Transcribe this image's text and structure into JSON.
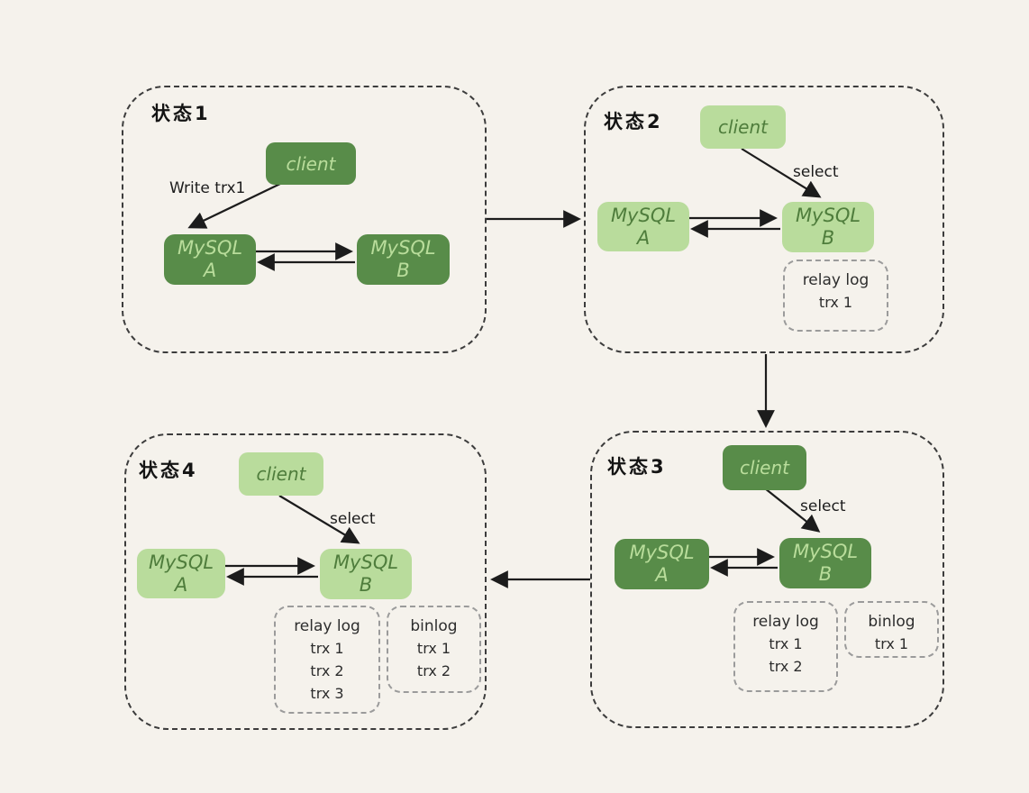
{
  "colors": {
    "background": "#f5f2ec",
    "dark_green_box": "#588c49",
    "light_green_box": "#b9dc9c",
    "text_on_dark": "#b9dd9b",
    "text_on_light": "#4f7d3c",
    "arrow": "#1c1c1c",
    "container_border": "#3c3c3c",
    "log_border": "#9b9b9b"
  },
  "states": [
    {
      "label": "状态1",
      "client": "client",
      "action": "Write trx1",
      "mysql_a": {
        "line1": "MySQL",
        "line2": "A"
      },
      "mysql_b": {
        "line1": "MySQL",
        "line2": "B"
      },
      "logs": []
    },
    {
      "label": "状态2",
      "client": "client",
      "action": "select",
      "mysql_a": {
        "line1": "MySQL",
        "line2": "A"
      },
      "mysql_b": {
        "line1": "MySQL",
        "line2": "B"
      },
      "logs": [
        {
          "title": "relay log",
          "entries": [
            "trx 1"
          ]
        }
      ]
    },
    {
      "label": "状态3",
      "client": "client",
      "action": "select",
      "mysql_a": {
        "line1": "MySQL",
        "line2": "A"
      },
      "mysql_b": {
        "line1": "MySQL",
        "line2": "B"
      },
      "logs": [
        {
          "title": "relay log",
          "entries": [
            "trx 1",
            "trx 2"
          ]
        },
        {
          "title": "binlog",
          "entries": [
            "trx 1"
          ]
        }
      ]
    },
    {
      "label": "状态4",
      "client": "client",
      "action": "select",
      "mysql_a": {
        "line1": "MySQL",
        "line2": "A"
      },
      "mysql_b": {
        "line1": "MySQL",
        "line2": "B"
      },
      "logs": [
        {
          "title": "relay log",
          "entries": [
            "trx 1",
            "trx 2",
            "trx 3"
          ]
        },
        {
          "title": "binlog",
          "entries": [
            "trx 1",
            "trx 2"
          ]
        }
      ]
    }
  ],
  "connections": [
    {
      "from": "状态1",
      "to": "状态2",
      "direction": "right"
    },
    {
      "from": "状态2",
      "to": "状态3",
      "direction": "down"
    },
    {
      "from": "状态3",
      "to": "状态4",
      "direction": "left"
    }
  ]
}
